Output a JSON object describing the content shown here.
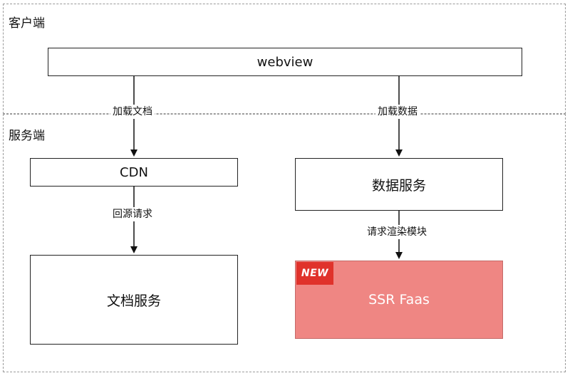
{
  "client_zone": {
    "label": "客户端"
  },
  "server_zone": {
    "label": "服务端"
  },
  "nodes": {
    "webview": "webview",
    "cdn": "CDN",
    "data_service": "数据服务",
    "doc_service": "文档服务",
    "ssr_faas": "SSR Faas"
  },
  "edges": {
    "load_doc": "加载文档",
    "load_data": "加载数据",
    "back_to_origin": "回源请求",
    "request_render": "请求渲染模块"
  },
  "badge": {
    "text": "NEW"
  },
  "colors": {
    "ssr_fill": "#ef8683",
    "badge": "#e0322b",
    "zone_border": "#9a9a9a"
  }
}
